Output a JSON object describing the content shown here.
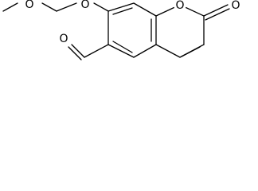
{
  "molecule": {
    "atoms": {
      "ring_oxygen": "O",
      "carbonyl_oxygen": "O",
      "ether_oxygen_aryl": "O",
      "ether_oxygen_methyl": "O",
      "aldehyde_oxygen": "O"
    },
    "colors": {
      "bond": "#000000",
      "background": "#ffffff"
    }
  }
}
